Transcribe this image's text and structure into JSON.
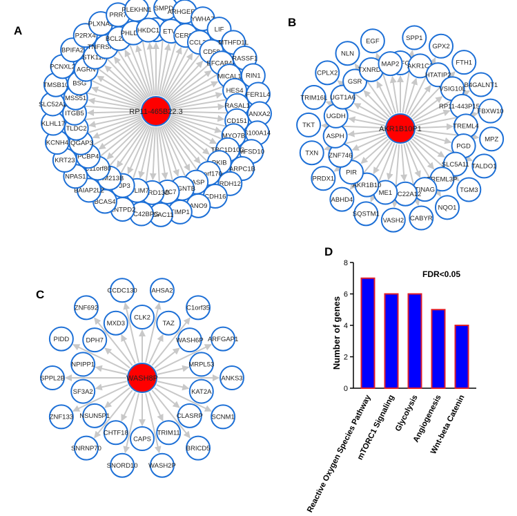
{
  "colors": {
    "hub_fill": "#ff0000",
    "node_stroke": "#1c6fd6",
    "edge": "#c8c8c8",
    "bar_fill": "#0000ff",
    "bar_stroke": "#e0202a"
  },
  "networks": [
    {
      "letter": "A",
      "hub": "RP11-465B22.3",
      "nodes": [
        "IRF3",
        "SMPD2",
        "ETV4",
        "ARHGEF16",
        "CERS5",
        "YWHAZ",
        "CCL20",
        "LIF",
        "CD58",
        "MTHFD1L",
        "EFCAB4A",
        "RASSF1",
        "MICAL1",
        "RIN1",
        "HES4",
        "FER1L4",
        "RASAL1",
        "ANXA2",
        "CD151",
        "S100A14",
        "MYO7B",
        "MFSD10",
        "TBC1D10C",
        "ARPC1B",
        "PKIB",
        "RDH12",
        "C1orf170",
        "CDH16",
        "VASP",
        "ANO9",
        "B3GNTB",
        "TIMP1",
        "TMC7",
        "HDAC11",
        "ANKRD13D",
        "CDC42BPG",
        "PDLIM7",
        "ENTPD2",
        "TJP3",
        "BCAS4",
        "FAM213B",
        "BAIAP2L2",
        "C11orf80",
        "NPAS1",
        "PCBP4",
        "KRT23",
        "IQGAP3",
        "KCNH4",
        "TLDC2",
        "KLHL17",
        "ITGB5",
        "SLC52A2",
        "MSS51",
        "TMSB10",
        "BSG",
        "PCNXL2",
        "AGRN",
        "BPIFA2",
        "STK11IP",
        "P2RX4",
        "TNFRSF12A",
        "PLXNA3",
        "BCL2L14",
        "PRR7",
        "PHLDA2",
        "PLEKHN1",
        "HKDC1"
      ]
    },
    {
      "letter": "B",
      "hub": "AKR1B10P1",
      "nodes": [
        "MAFG",
        "SPP1",
        "AKR1C3",
        "GPX2",
        "HTATIP2",
        "FTH1",
        "VSIG10L",
        "B4GALNT1",
        "RP11-443P15.2",
        "FBXW10",
        "TREML4",
        "MPZ",
        "PGD",
        "TALDO1",
        "SLC5A11",
        "TGM3",
        "TREML3P",
        "NQO1",
        "TINAG",
        "CABYR",
        "SLC22A12",
        "VASH2",
        "ME1",
        "SQSTM1",
        "AKR1B10",
        "ABHD4",
        "PIR",
        "PRDX1",
        "ZNF746",
        "TXN",
        "ASPH",
        "TKT",
        "UGDH",
        "TRIM16L",
        "UGT1A6",
        "CPLX2",
        "GSR",
        "NLN",
        "TXNRD1",
        "EGF",
        "MAP2"
      ]
    },
    {
      "letter": "C",
      "hub": "WASH8P",
      "nodes": [
        "CLK2",
        "AHSA2",
        "TAZ",
        "C1orf35",
        "WASH6P",
        "ARFGAP1",
        "MRPL53",
        "ANKS3",
        "KAT2A",
        "SCNM1",
        "CLASRP",
        "BRICD5",
        "TRIM11",
        "WASH2P",
        "CAPS",
        "SNORD10",
        "CHTF18",
        "SNRNP70",
        "NSUN5P1",
        "ZNF133",
        "SF3A2",
        "SPPL2B",
        "NPIPP1",
        "PIDD",
        "DPH7",
        "ZNF692",
        "MXD3",
        "CCDC130"
      ]
    }
  ],
  "chart_data": {
    "letter": "D",
    "type": "bar",
    "annotation": "FDR<0.05",
    "ylabel": "Number of genes",
    "xlabel": "",
    "categories": [
      "Reactive Oxygen Species Pathway",
      "mTORC1 Signaling",
      "Glycolysis",
      "Angiogenesis",
      "Wnt-beta Catenin"
    ],
    "values": [
      7,
      6,
      6,
      5,
      4
    ],
    "ylim": [
      0,
      8
    ],
    "yticks": [
      0,
      2,
      4,
      6,
      8
    ],
    "grid": false
  }
}
